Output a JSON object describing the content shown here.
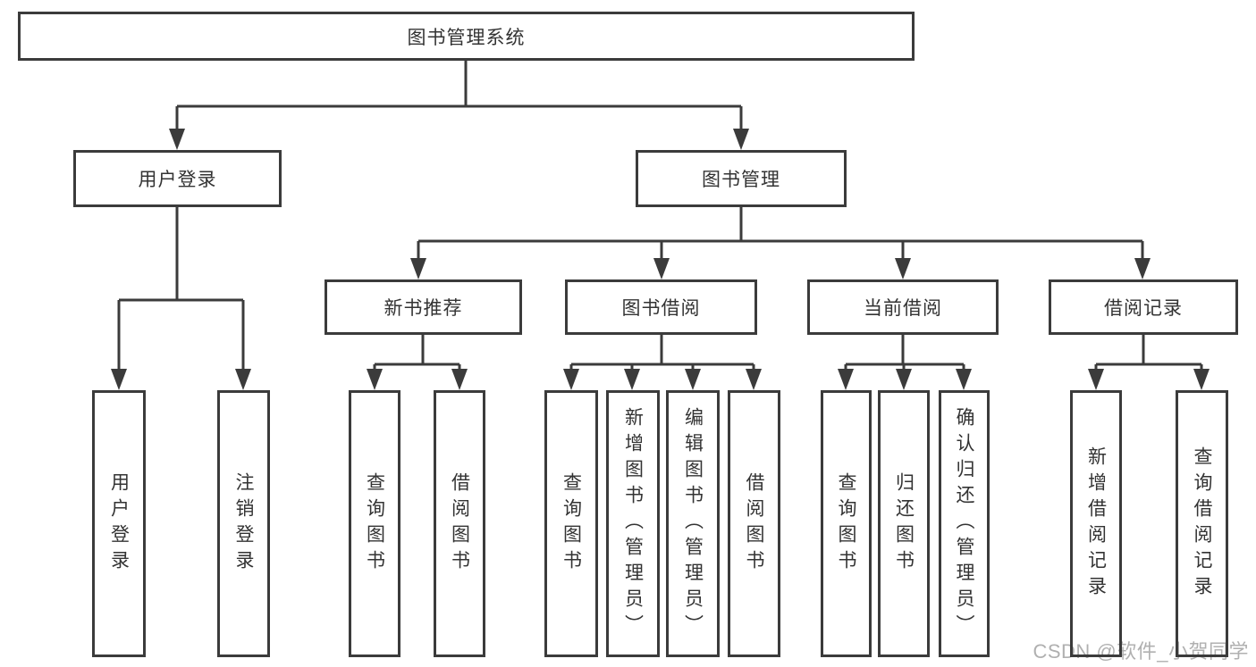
{
  "tree": {
    "label": "图书管理系统",
    "children": [
      {
        "label": "用户登录",
        "children": [
          {
            "label": "用户登录"
          },
          {
            "label": "注销登录"
          }
        ]
      },
      {
        "label": "图书管理",
        "children": [
          {
            "label": "新书推荐",
            "children": [
              {
                "label": "查询图书"
              },
              {
                "label": "借阅图书"
              }
            ]
          },
          {
            "label": "图书借阅",
            "children": [
              {
                "label": "查询图书"
              },
              {
                "label": "新增图书（管理员）"
              },
              {
                "label": "编辑图书（管理员）"
              },
              {
                "label": "借阅图书"
              }
            ]
          },
          {
            "label": "当前借阅",
            "children": [
              {
                "label": "查询图书"
              },
              {
                "label": "归还图书"
              },
              {
                "label": "确认归还（管理员）"
              }
            ]
          },
          {
            "label": "借阅记录",
            "children": [
              {
                "label": "新增借阅记录"
              },
              {
                "label": "查询借阅记录"
              }
            ]
          }
        ]
      }
    ]
  },
  "watermark": {
    "text": "CSDN @软件_小贺同学"
  },
  "colors": {
    "line": "#3b3b3b",
    "text": "#333333",
    "watermark": "#b0b0b0",
    "background": "#ffffff"
  }
}
